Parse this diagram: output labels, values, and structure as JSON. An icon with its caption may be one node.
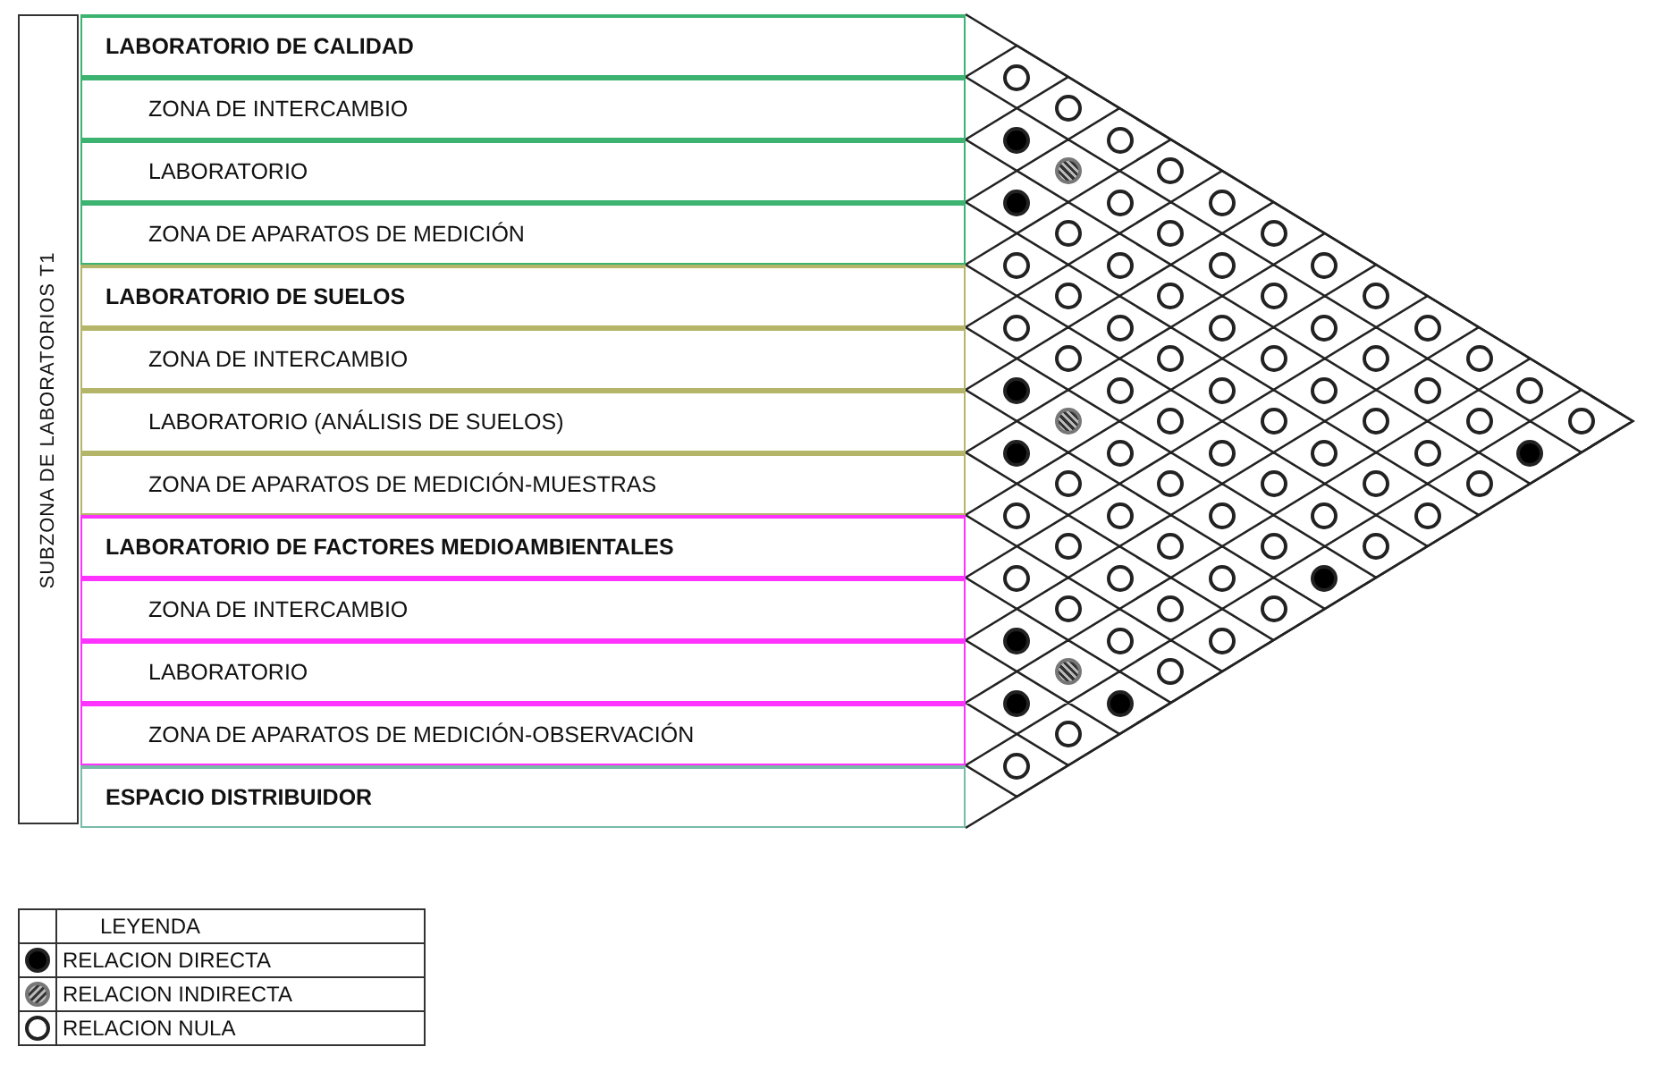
{
  "diagram": {
    "nodes": [
      {
        "text": [
          "SUBZONA DE LABORATORIOS T1"
        ]
      },
      {
        "text": [
          "LABORATORIO DE CALIDAD"
        ]
      },
      {
        "text": [
          "ZONA DE INTERCAMBIO"
        ]
      },
      {
        "text": [
          "LABORATORIO"
        ]
      },
      {
        "text": [
          "ZONA DE APARATOS DE MEDICIÓN"
        ]
      },
      {
        "text": [
          "LABORATORIO DE SUELOS"
        ]
      },
      {
        "text": [
          "ZONA DE INTERCAMBIO"
        ]
      },
      {
        "text": [
          "LABORATORIO (ANÁLISIS DE SUELOS)"
        ]
      },
      {
        "text": [
          "ZONA DE APARATOS DE MEDICIÓN-MUESTRAS"
        ]
      },
      {
        "text": [
          "LABORATORIO DE FACTORES MEDIOAMBIENTALES"
        ]
      },
      {
        "text": [
          "ZONA DE INTERCAMBIO"
        ]
      },
      {
        "text": [
          "LABORATORIO"
        ]
      },
      {
        "text": [
          "ZONA DE APARATOS DE MEDICIÓN-OBSERVACIÓN"
        ]
      },
      {
        "text": [
          "ESPACIO DISTRIBUIDOR"
        ]
      },
      {
        "text": [],
        "shape": "circle"
      },
      {
        "text": [],
        "shape": "circle"
      },
      {
        "text": [],
        "shape": "circle"
      },
      {
        "text": [],
        "shape": "circle"
      },
      {
        "text": [],
        "shape": "circle"
      },
      {
        "text": [],
        "shape": "circle"
      },
      {
        "text": [],
        "shape": "circle"
      },
      {
        "text": [],
        "shape": "circle"
      },
      {
        "text": [],
        "shape": "circle"
      },
      {
        "text": [],
        "shape": "circle"
      },
      {
        "text": [],
        "shape": "circle"
      },
      {
        "text": [],
        "shape": "circle"
      },
      {
        "text": [],
        "shape": "dot"
      },
      {
        "text": [],
        "shape": "hatched-circle"
      },
      {
        "text": [],
        "shape": "circle"
      },
      {
        "text": [],
        "shape": "circle"
      },
      {
        "text": [],
        "shape": "circle"
      },
      {
        "text": [],
        "shape": "circle"
      },
      {
        "text": [],
        "shape": "circle"
      },
      {
        "text": [],
        "shape": "circle"
      },
      {
        "text": [],
        "shape": "circle"
      },
      {
        "text": [],
        "shape": "circle"
      },
      {
        "text": [],
        "shape": "dot"
      },
      {
        "text": [],
        "shape": "dot"
      },
      {
        "text": [],
        "shape": "circle"
      },
      {
        "text": [],
        "shape": "circle"
      },
      {
        "text": [],
        "shape": "circle"
      },
      {
        "text": [],
        "shape": "circle"
      },
      {
        "text": [],
        "shape": "circle"
      },
      {
        "text": [],
        "shape": "circle"
      },
      {
        "text": [],
        "shape": "circle"
      },
      {
        "text": [],
        "shape": "circle"
      },
      {
        "text": [],
        "shape": "circle"
      },
      {
        "text": [],
        "shape": "circle"
      },
      {
        "text": [],
        "shape": "circle"
      },
      {
        "text": [],
        "shape": "circle"
      },
      {
        "text": [],
        "shape": "circle"
      },
      {
        "text": [],
        "shape": "circle"
      },
      {
        "text": [],
        "shape": "circle"
      },
      {
        "text": [],
        "shape": "circle"
      },
      {
        "text": [],
        "shape": "circle"
      },
      {
        "text": [],
        "shape": "circle"
      },
      {
        "text": [],
        "shape": "circle"
      },
      {
        "text": [],
        "shape": "circle"
      },
      {
        "text": [],
        "shape": "circle"
      },
      {
        "text": [],
        "shape": "circle"
      },
      {
        "text": [],
        "shape": "circle"
      },
      {
        "text": [],
        "shape": "circle"
      },
      {
        "text": [],
        "shape": "circle"
      },
      {
        "text": [],
        "shape": "circle"
      },
      {
        "text": [],
        "shape": "dot"
      },
      {
        "text": [],
        "shape": "hatched-circle"
      },
      {
        "text": [],
        "shape": "circle"
      },
      {
        "text": [],
        "shape": "circle"
      },
      {
        "text": [],
        "shape": "circle"
      },
      {
        "text": [],
        "shape": "circle"
      },
      {
        "text": [],
        "shape": "dot"
      },
      {
        "text": [],
        "shape": "dot"
      },
      {
        "text": [],
        "shape": "circle"
      },
      {
        "text": [],
        "shape": "circle"
      },
      {
        "text": [],
        "shape": "circle"
      },
      {
        "text": [],
        "shape": "circle"
      },
      {
        "text": [],
        "shape": "circle"
      },
      {
        "text": [],
        "shape": "circle"
      },
      {
        "text": [],
        "shape": "circle"
      },
      {
        "text": [],
        "shape": "circle"
      },
      {
        "text": [],
        "shape": "circle"
      },
      {
        "text": [],
        "shape": "circle"
      },
      {
        "text": [],
        "shape": "circle"
      },
      {
        "text": [],
        "shape": "circle"
      },
      {
        "text": [],
        "shape": "circle"
      },
      {
        "text": [],
        "shape": "circle"
      },
      {
        "text": [],
        "shape": "dot"
      },
      {
        "text": [],
        "shape": "hatched-circle"
      },
      {
        "text": [],
        "shape": "dot"
      },
      {
        "text": [],
        "shape": "dot"
      },
      {
        "text": [],
        "shape": "circle"
      },
      {
        "text": [],
        "shape": "circle"
      }
    ],
    "labels": [
      "LEYENDA"
    ],
    "legend": [
      {
        "text": "RELACION DIRECTA"
      },
      {
        "text": "RELACION INDIRECTA"
      },
      {
        "text": "RELACION NULA"
      }
    ]
  }
}
